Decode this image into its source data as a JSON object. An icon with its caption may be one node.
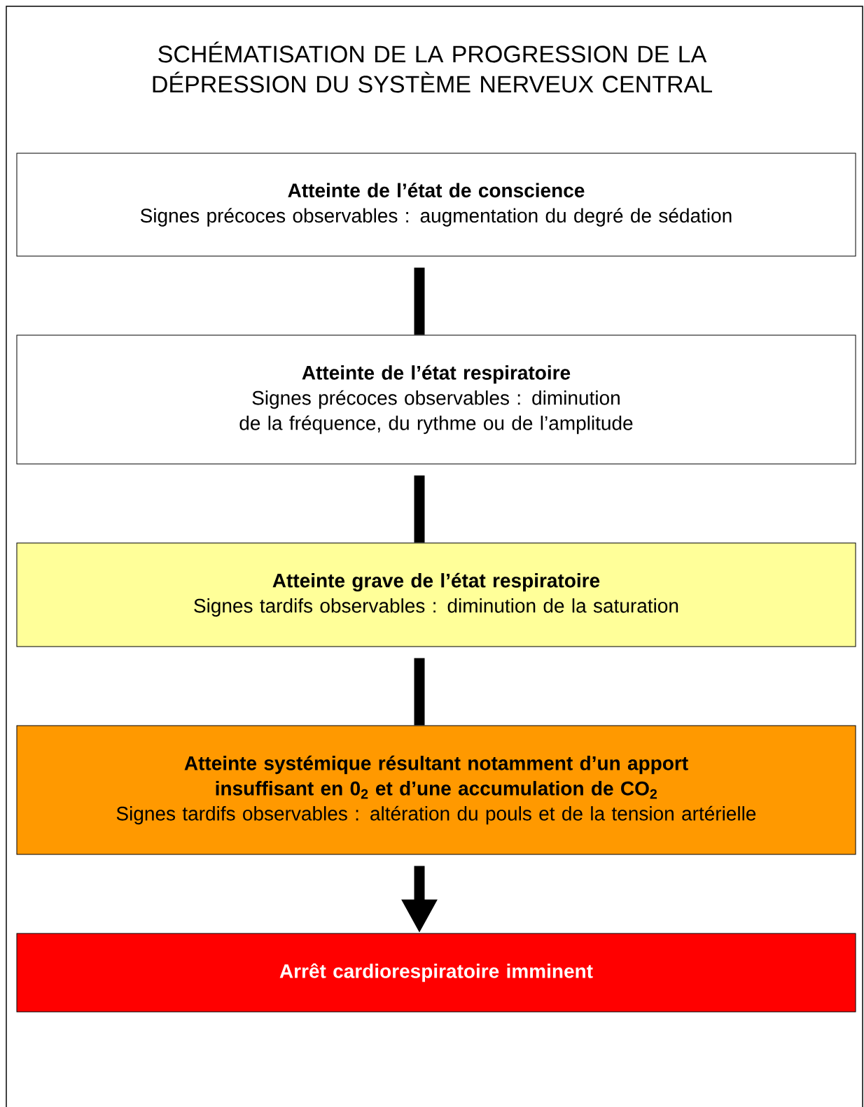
{
  "diagram": {
    "title": "SCHÉMATISATION DE LA PROGRESSION DE LA DÉPRESSION DU SYSTÈME NERVEUX CENTRAL",
    "nodes": [
      {
        "text": [
          "Atteinte de l’état de conscience",
          "Signes précoces observables : augmentation du degré de sédation"
        ]
      },
      {
        "text": [
          "Atteinte de l’état respiratoire",
          "Signes précoces observables : diminution de la fréquence, du rythme ou de l’amplitude"
        ]
      },
      {
        "text": [
          "Atteinte grave de l’état respiratoire",
          "Signes tardifs observables : diminution de la saturation"
        ]
      },
      {
        "text": [
          "Atteinte systémique résultant notamment d’un apport insuffisant en 0$_{2}$ et d’une accumulation de CO$_{2}$",
          "Signes tardifs observables : altération du pouls et de la tension artérielle"
        ]
      },
      {
        "text": [
          "Arrêt cardiorespiratoire imminent"
        ]
      }
    ],
    "edges": [
      {
        "from": 0,
        "to": 1,
        "arrow": "none"
      },
      {
        "from": 1,
        "to": 2,
        "arrow": "none"
      },
      {
        "from": 2,
        "to": 3,
        "arrow": "none"
      },
      {
        "from": 3,
        "to": 4,
        "arrow": "to"
      }
    ]
  }
}
